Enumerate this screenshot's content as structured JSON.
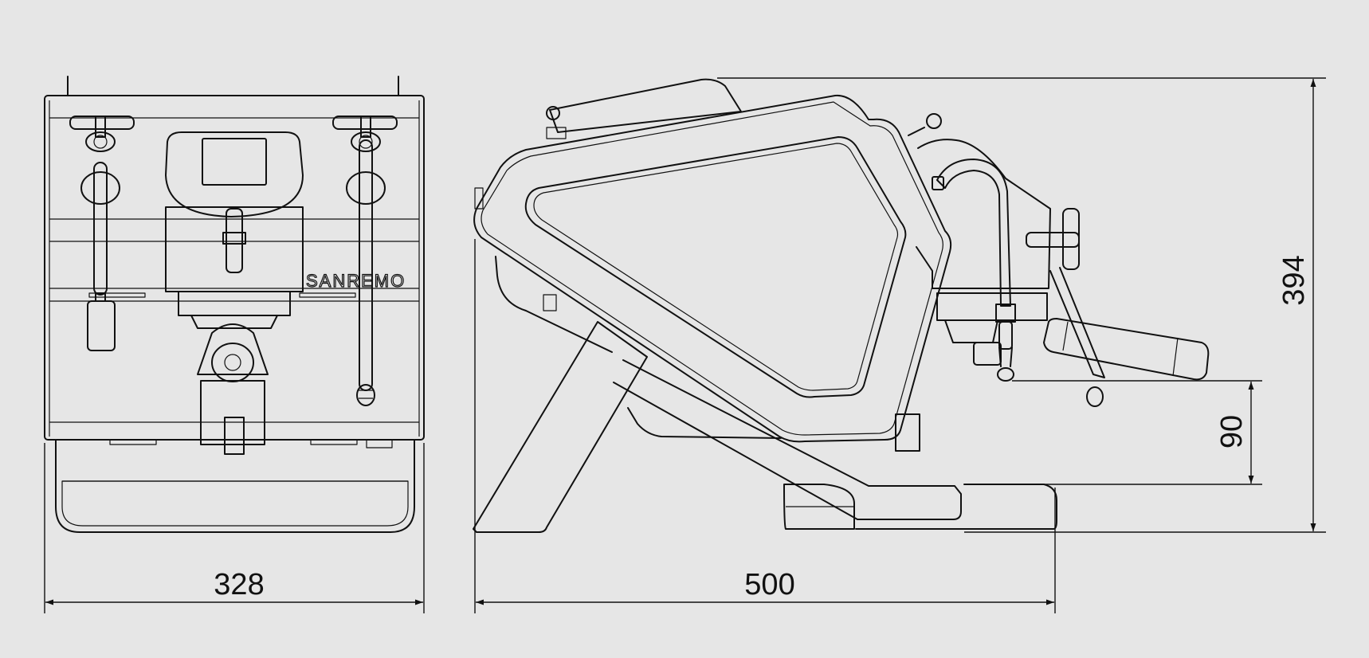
{
  "diagram": {
    "brand_label": "SANREMO",
    "dimensions": {
      "front_width": "328",
      "side_depth": "500",
      "overall_height": "394",
      "cup_clearance": "90"
    }
  },
  "colors": {
    "background": "#e6e6e6",
    "line": "#111111"
  }
}
